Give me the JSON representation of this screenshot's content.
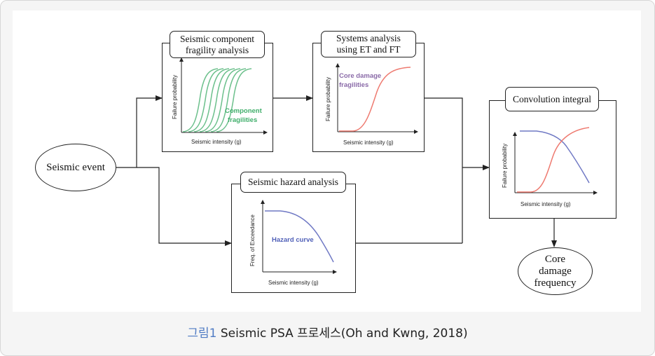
{
  "nodes": {
    "seismic_event": "Seismic event",
    "core_damage_frequency": [
      "Core",
      "damage",
      "frequency"
    ]
  },
  "boxes": {
    "fragility": {
      "title": [
        "Seismic component",
        "fragility analysis"
      ],
      "ylabel": "Failure probability",
      "xlabel": "Seismic intensity (g)",
      "curve_label": [
        "Component",
        "fragilities"
      ]
    },
    "systems": {
      "title": [
        "Systems analysis",
        "using ET and FT"
      ],
      "ylabel": "Failure probability",
      "xlabel": "Seismic intensity (g)",
      "curve_label": [
        "Core damage",
        "fragilities"
      ]
    },
    "hazard": {
      "title": "Seismic hazard analysis",
      "ylabel": "Freq. of Exceedance",
      "xlabel": "Seismic intensity (g)",
      "curve_label": "Hazard curve"
    },
    "convolution": {
      "title": "Convolution integral",
      "ylabel": "Failure probability",
      "xlabel": "Seismic intensity (g)"
    }
  },
  "colors": {
    "fragility_curves": "#6cc08c",
    "fragility_label": "#3fae6a",
    "core_damage_curve": "#ee7a70",
    "core_damage_label": "#8a6aa8",
    "hazard_curve": "#6f78c4",
    "hazard_label": "#5060b8",
    "caption_accent": "#4f7bc4"
  },
  "caption": {
    "figure_label": "그림1",
    "text": "Seismic PSA 프로세스(Oh and Kwng, 2018)"
  }
}
